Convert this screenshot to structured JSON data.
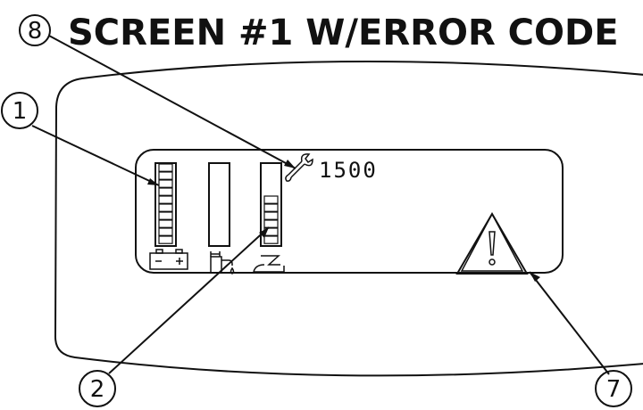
{
  "title": "SCREEN #1 W/ERROR CODE",
  "callouts": [
    {
      "id": "c8",
      "label": "8"
    },
    {
      "id": "c1",
      "label": "1"
    },
    {
      "id": "c2",
      "label": "2"
    },
    {
      "id": "c7",
      "label": "7"
    }
  ],
  "display": {
    "hour_meter_value": "1500",
    "battery_gauge": {
      "segments_total": 10,
      "segments_lit": 10
    },
    "solution_gauge": {
      "segments_total": 10,
      "segments_lit": 0
    },
    "recovery_gauge": {
      "segments_total": 10,
      "segments_lit": 6
    },
    "icons": [
      "battery-icon",
      "solution-tank-icon",
      "recovery-tank-icon",
      "wrench-icon",
      "warning-triangle-icon"
    ]
  },
  "colors": {
    "ink": "#111111",
    "background": "#ffffff"
  }
}
